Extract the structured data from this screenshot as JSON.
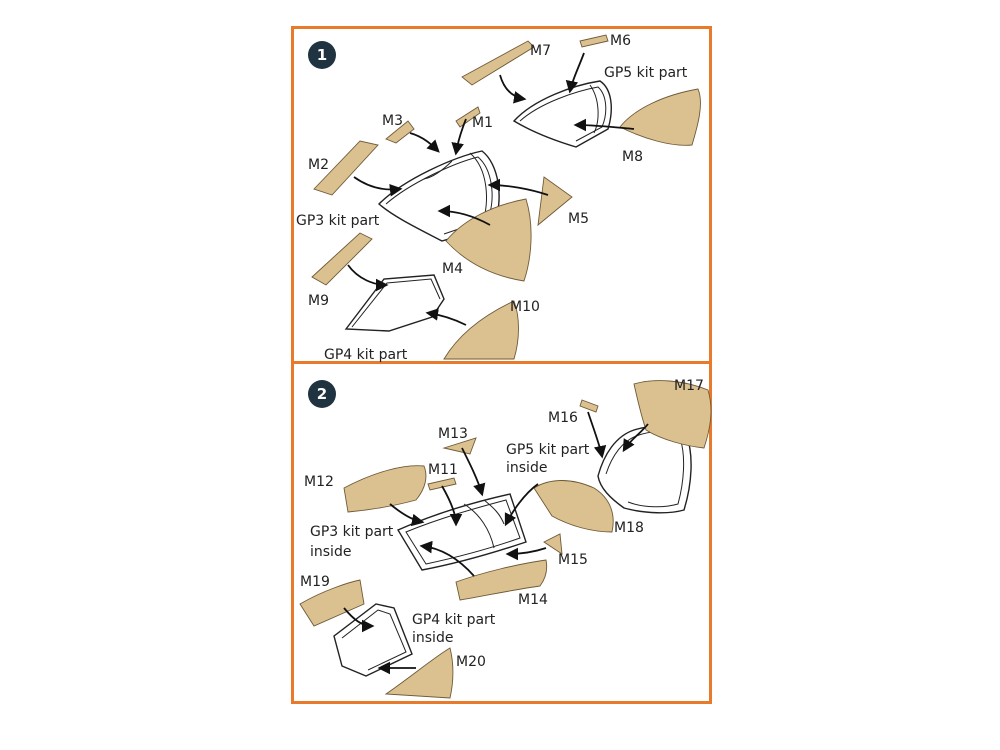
{
  "steps": [
    {
      "number": "1",
      "labels": {
        "m1": "M1",
        "m2": "M2",
        "m3": "M3",
        "m4": "M4",
        "m5": "M5",
        "m6": "M6",
        "m7": "M7",
        "m8": "M8",
        "m9": "M9",
        "m10": "M10",
        "gp3": "GP3 kit part",
        "gp4": "GP4 kit part",
        "gp5": "GP5 kit part"
      }
    },
    {
      "number": "2",
      "labels": {
        "m11": "M11",
        "m12": "M12",
        "m13": "M13",
        "m14": "M14",
        "m15": "M15",
        "m16": "M16",
        "m17": "M17",
        "m18": "M18",
        "m19": "M19",
        "m20": "M20",
        "gp3_line1": "GP3 kit part",
        "gp3_line2": "inside",
        "gp4_line1": "GP4 kit part",
        "gp4_line2": "inside",
        "gp5_line1": "GP5 kit part",
        "gp5_line2": "inside"
      }
    }
  ],
  "colors": {
    "border": "#e87a2c",
    "badge": "#1f3340",
    "mask": "#dcc190"
  }
}
